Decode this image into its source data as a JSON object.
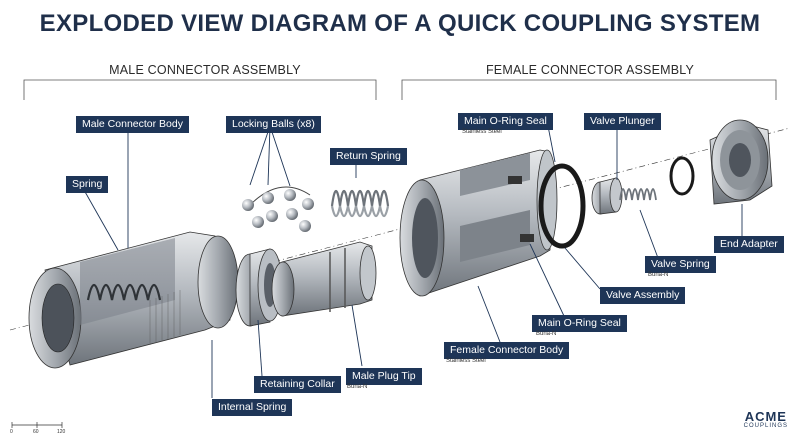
{
  "title": "EXPLODED VIEW DIAGRAM OF A QUICK COUPLING SYSTEM",
  "sections": {
    "male": "MALE CONNECTOR ASSEMBLY",
    "female": "FEMALE CONNECTOR ASSEMBLY"
  },
  "callouts": {
    "male_connector_body": "Male Connector Body",
    "spring": "Spring",
    "locking_balls": "Locking Balls (x8)",
    "return_spring": "Return Spring",
    "internal_spring": "Internal Spring",
    "retaining_collar": "Retaining Collar",
    "male_plug_tip": "Male Plug Tip",
    "male_plug_tip_sub": "Buna-N",
    "main_oring_seal_top": "Main O-Ring Seal",
    "main_oring_seal_top_sub": "Stainless Steel",
    "valve_plunger": "Valve Plunger",
    "end_adapter": "End Adapter",
    "valve_spring": "Valve Spring",
    "valve_spring_sub": "Buna-N",
    "valve_assembly": "Valve Assembly",
    "main_oring_seal_bottom": "Main O-Ring Seal",
    "main_oring_seal_bottom_sub": "Buna-N",
    "female_connector_body": "Female Connector Body",
    "female_connector_body_sub": "Stainless Steel"
  },
  "brand": {
    "line1": "ACME",
    "line2": "COUPLINGS"
  },
  "scale": {
    "labels": [
      "0",
      "60",
      "120"
    ]
  },
  "colors": {
    "callout_bg": "#1e3557",
    "title": "#1f2f4a",
    "metal": "#9aa0a6"
  }
}
